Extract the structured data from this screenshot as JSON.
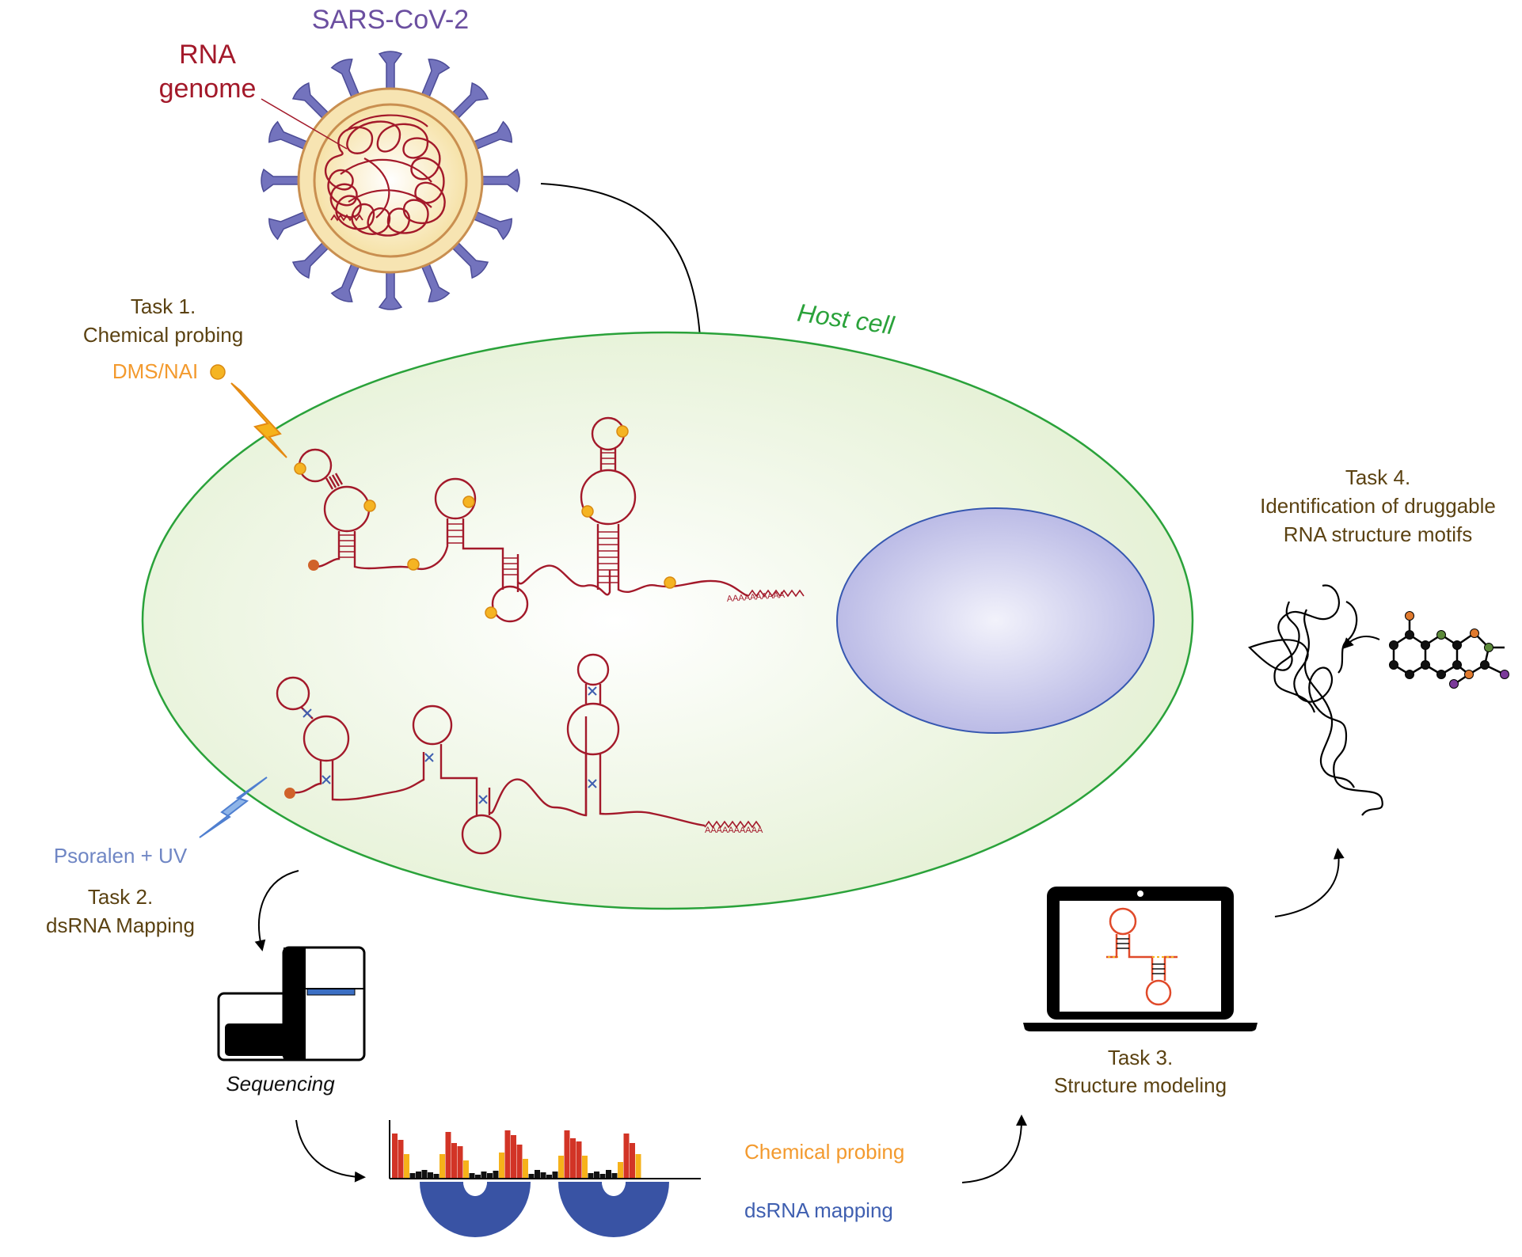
{
  "virus": {
    "name": "SARS-CoV-2",
    "genome_label_line1": "RNA",
    "genome_label_line2": "genome"
  },
  "cell": {
    "label": "Host cell"
  },
  "tasks": {
    "task1": {
      "number": "Task 1.",
      "title": "Chemical probing",
      "reagent": "DMS/NAI"
    },
    "task2": {
      "number": "Task 2.",
      "title": "dsRNA Mapping",
      "reagent": "Psoralen + UV"
    },
    "task3": {
      "number": "Task 3.",
      "title": "Structure modeling"
    },
    "task4": {
      "number": "Task 4.",
      "title_line1": "Identification of druggable",
      "title_line2": "RNA structure motifs"
    }
  },
  "sequencing": {
    "label": "Sequencing"
  },
  "readout": {
    "chemical_label": "Chemical probing",
    "dsrna_label": "dsRNA mapping"
  },
  "polyA": "AAAAAAAAAA",
  "colors": {
    "rna": "#a3192a",
    "probe": "#f5b423",
    "cell_border": "#2aa23a",
    "cell_fill": "#eef6df",
    "nucleus": "#b9b9e6",
    "spike": "#6d6db8",
    "dsrna": "#3953a4",
    "bar_high": "#d23426",
    "bar_mid": "#f6b21a"
  },
  "icons": [
    "virus-icon",
    "lightning-icon",
    "uv-lightning-icon",
    "sequencer-icon",
    "laptop-icon",
    "molecule-icon",
    "rna-tangle-icon"
  ]
}
